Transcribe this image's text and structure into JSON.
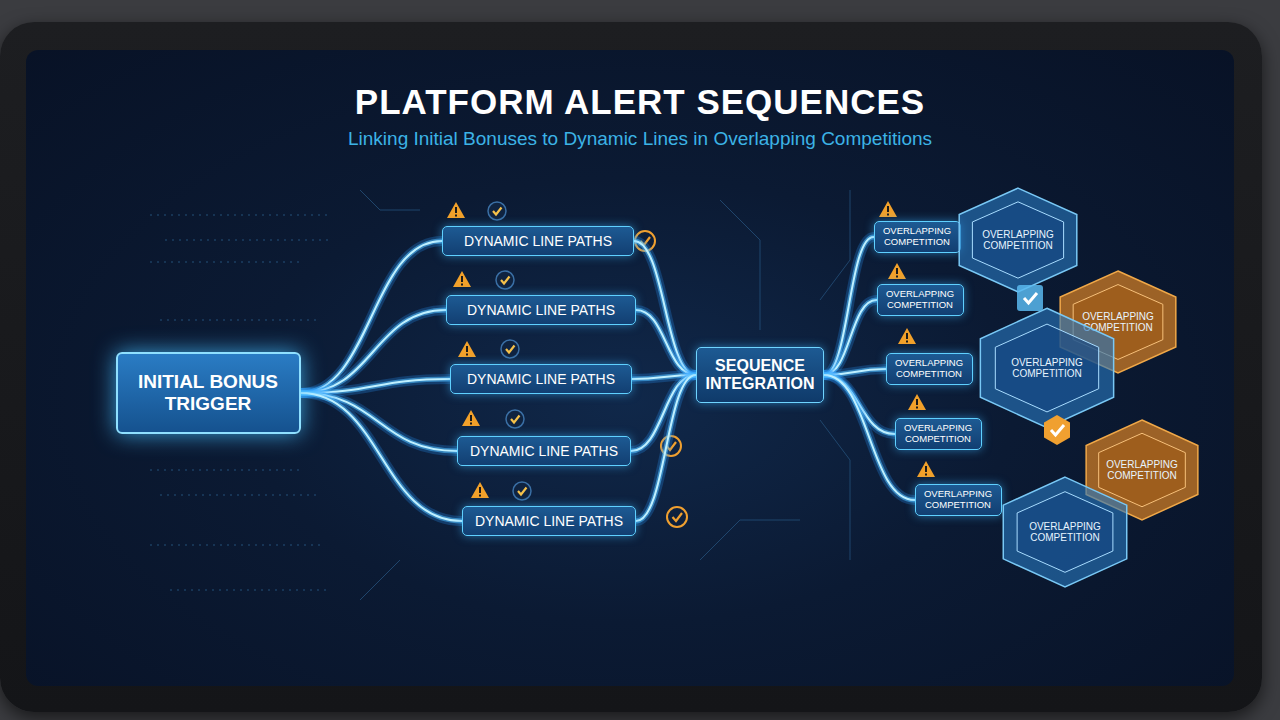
{
  "diagram": {
    "title": "PLATFORM ALERT SEQUENCES",
    "nodes": [
      {
        "text": [
          "INITIAL BONUS TRIGGER"
        ]
      },
      {
        "text": [
          "DYNAMIC LINE PATHS"
        ]
      },
      {
        "text": [
          "DYNAMIC LINE PATHS"
        ]
      },
      {
        "text": [
          "DYNAMIC LINE PATHS"
        ]
      },
      {
        "text": [
          "DYNAMIC LINE PATHS"
        ]
      },
      {
        "text": [
          "DYNAMIC LINE PATHS"
        ]
      },
      {
        "text": [
          "SEQUENCE INTEGRATION"
        ]
      },
      {
        "text": [
          "OVERLAPPING COMPETITION"
        ]
      },
      {
        "text": [
          "OVERLAPPING COMPETITION"
        ]
      },
      {
        "text": [
          "OVERLAPPING COMPETITION"
        ]
      },
      {
        "text": [
          "OVERLAPPING COMPETITION"
        ]
      },
      {
        "text": [
          "OVERLAPPING COMPETITION"
        ]
      },
      {
        "text": [
          "OVERLAPPING COMPETITION"
        ]
      },
      {
        "text": [
          "OVERLAPPING COMPETITION"
        ]
      },
      {
        "text": [
          "OVERLAPPING COMPETITION"
        ]
      },
      {
        "text": [
          "OVERLAPPING COMPETITION"
        ]
      },
      {
        "text": [
          "OVERLAPPING COMPETITION"
        ]
      }
    ],
    "edges": [
      {
        "from": 0,
        "to": 1,
        "arrow": "none"
      },
      {
        "from": 0,
        "to": 2,
        "arrow": "none"
      },
      {
        "from": 0,
        "to": 3,
        "arrow": "none"
      },
      {
        "from": 0,
        "to": 4,
        "arrow": "none"
      },
      {
        "from": 0,
        "to": 5,
        "arrow": "none"
      },
      {
        "from": 1,
        "to": 6,
        "arrow": "none"
      },
      {
        "from": 2,
        "to": 6,
        "arrow": "none"
      },
      {
        "from": 3,
        "to": 6,
        "arrow": "none"
      },
      {
        "from": 4,
        "to": 6,
        "arrow": "none"
      },
      {
        "from": 5,
        "to": 6,
        "arrow": "none"
      },
      {
        "from": 6,
        "to": 7,
        "arrow": "none"
      },
      {
        "from": 6,
        "to": 8,
        "arrow": "none"
      },
      {
        "from": 6,
        "to": 9,
        "arrow": "none"
      },
      {
        "from": 6,
        "to": 10,
        "arrow": "none"
      },
      {
        "from": 6,
        "to": 11,
        "arrow": "none"
      }
    ],
    "labels": [
      "Linking Initial Bonuses to Dynamic Lines in Overlapping Competitions"
    ]
  }
}
